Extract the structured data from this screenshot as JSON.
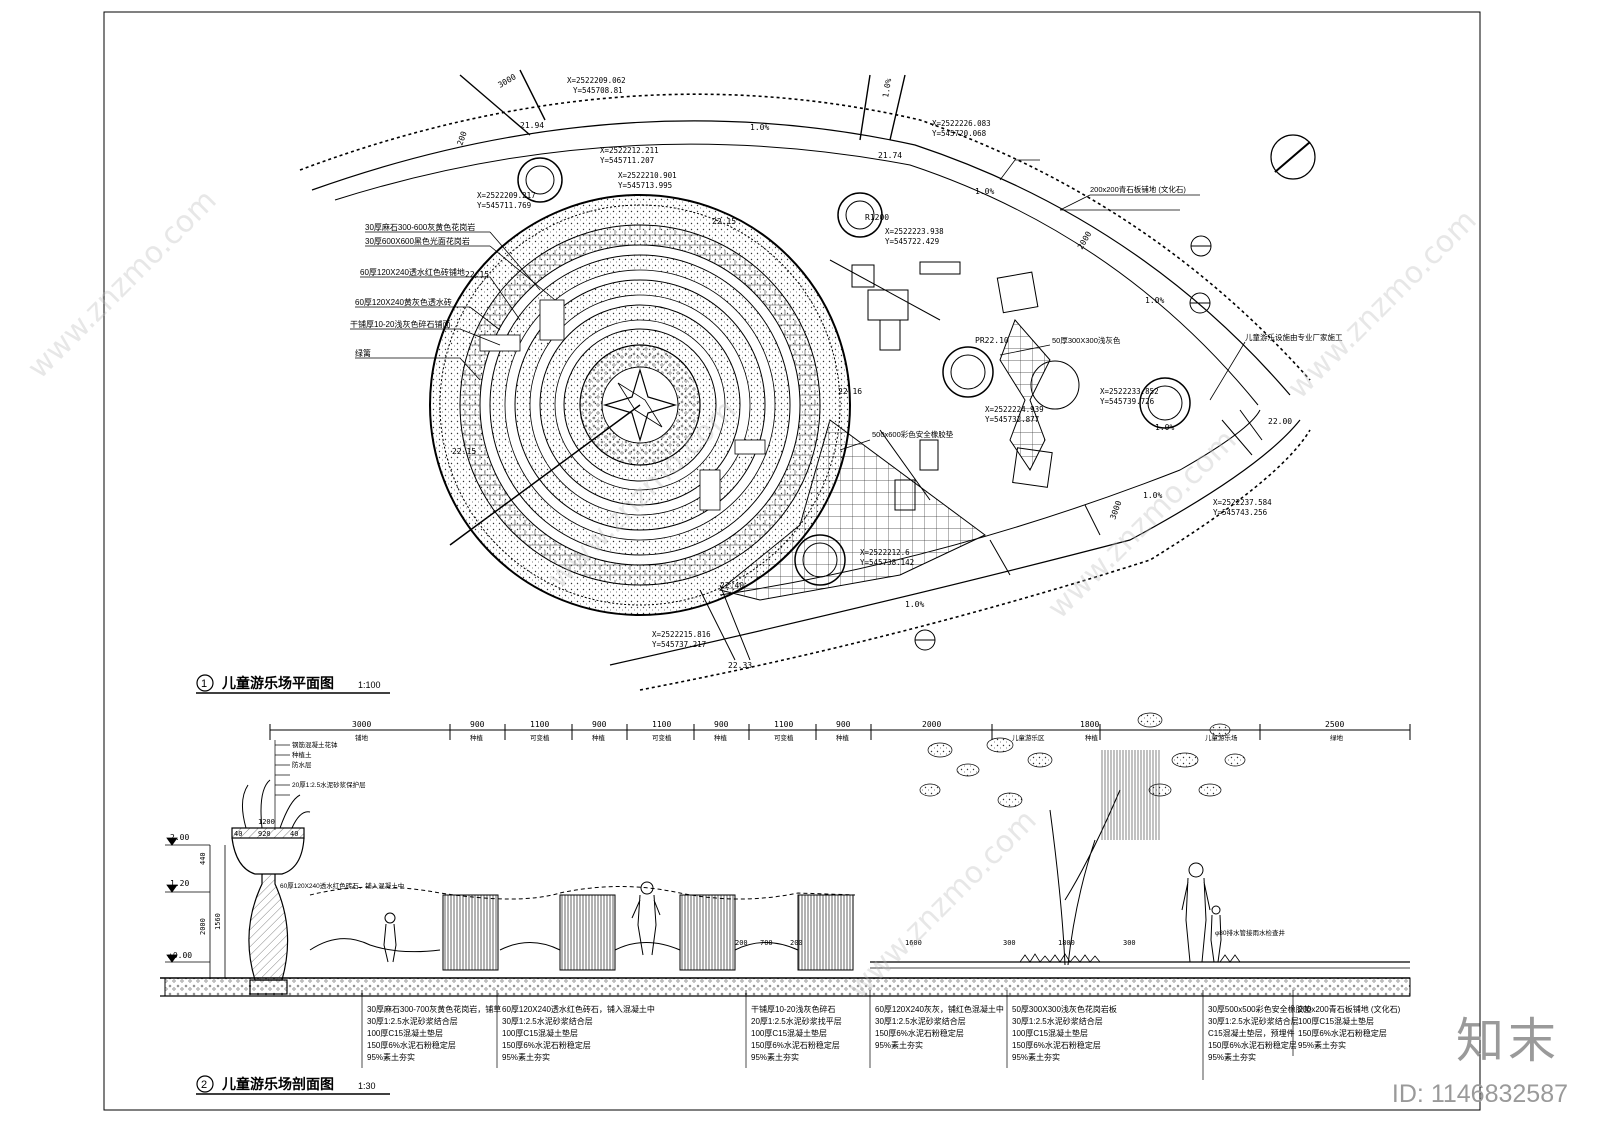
{
  "plan": {
    "title": "儿童游乐场平面图",
    "scale": "1:100",
    "number": "1",
    "elevations": [
      "21.94",
      "21.74",
      "22.15",
      "22.15",
      "22.16",
      "22.15",
      "22.40",
      "22.33",
      "22.00",
      "PR22.10"
    ],
    "slopes": [
      "1.0%",
      "1.0%",
      "1.0%",
      "1.0%",
      "1.0%",
      "1.0%",
      "1.0%"
    ],
    "coords": [
      "X=2522209.062",
      "Y=545708.81",
      "X=2522212.211",
      "Y=545711.207",
      "X=2522210.901",
      "Y=545713.995",
      "X=2522209.217",
      "Y=545711.769",
      "X=2522226.083",
      "Y=545720.068",
      "X=2522223.938",
      "Y=545722.429",
      "X=2522224.939",
      "Y=545732.877",
      "X=2522233.852",
      "Y=545739.726",
      "X=2522237.584",
      "Y=545743.256",
      "X=2522215.816",
      "Y=545737.217",
      "X=2522212.6",
      "Y=545738.142"
    ],
    "material_labels": [
      "30厚麻石300-600灰黄色花岗岩",
      "30厚600X600黑色光面花岗岩",
      "60厚120X240透水红色砖铺地",
      "60厚120X240黄灰色透水砖",
      "干铺厚10-20浅灰色碎石铺面",
      "绿篱",
      "200x200青石板铺地 (文化石)",
      "50厚300X300浅灰色",
      "500x600彩色安全橡胶垫",
      "儿童游乐设施由专业厂家施工"
    ],
    "dims": [
      "3000",
      "200",
      "3000",
      "2000"
    ],
    "r_label": "R1200"
  },
  "section": {
    "title": "儿童游乐场剖面图",
    "scale": "1:30",
    "number": "2",
    "top_dims": [
      "3000",
      "900",
      "1100",
      "900",
      "1100",
      "900",
      "1100",
      "900",
      "2000",
      "1800",
      "2500"
    ],
    "zone_labels": [
      "铺地",
      "种植",
      "可变植",
      "种植",
      "可变植",
      "种植",
      "可变植",
      "种植",
      "儿童游乐区",
      "种植",
      "儿童游乐场",
      "绿地"
    ],
    "levels": [
      "2.00",
      "1.20",
      "±0.00"
    ],
    "vase_dims": [
      "1200",
      "920",
      "40",
      "40",
      "440",
      "2000",
      "1560"
    ],
    "lower_dims": [
      "200",
      "700",
      "200",
      "1600",
      "300",
      "1800",
      "300"
    ],
    "callouts": [
      "30厚麻石300-700灰黄色花岗岩，铺草",
      "30厚1:2.5水泥砂浆结合层",
      "100厚C15混凝土垫层",
      "150厚6%水泥石粉稳定层",
      "95%素土夯实",
      "60厚120X240透水红色砖石，铺入混凝土中",
      "干铺厚10-20浅灰色碎石",
      "20厚1:2.5水泥砂浆找平层",
      "60厚120X240灰灰，铺红色混凝土中",
      "50厚300X300浅灰色花岗岩板",
      "30厚500x500彩色安全橡胶垫",
      "200x200青石板铺地 (文化石)",
      "C15混凝土垫层，预埋件",
      "种植土",
      "防水层",
      "钢筋混凝土花钵",
      "20厚1:2.5水泥砂浆保护层",
      "φ80排水管接雨水检查井"
    ]
  },
  "brand": "知末",
  "image_id": "ID: 1146832587",
  "watermark": "www.znzmo.com"
}
